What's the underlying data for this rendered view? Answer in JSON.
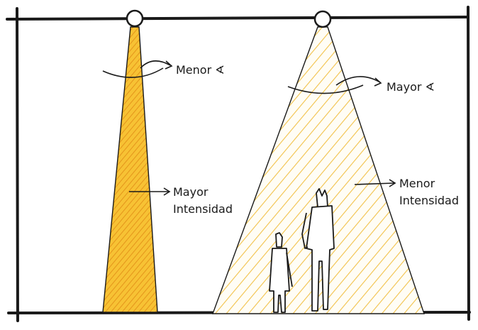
{
  "narrow_beam": {
    "angle_label": "Menor ∢",
    "intensity_label_line1": "Mayor",
    "intensity_label_line2": "Intensidad",
    "fill_color": "#f4b51c"
  },
  "wide_beam": {
    "angle_label": "Mayor ∢",
    "intensity_label_line1": "Menor",
    "intensity_label_line2": "Intensidad",
    "hatch_color": "#f2c24a"
  },
  "ink_color": "#1a1a1a"
}
